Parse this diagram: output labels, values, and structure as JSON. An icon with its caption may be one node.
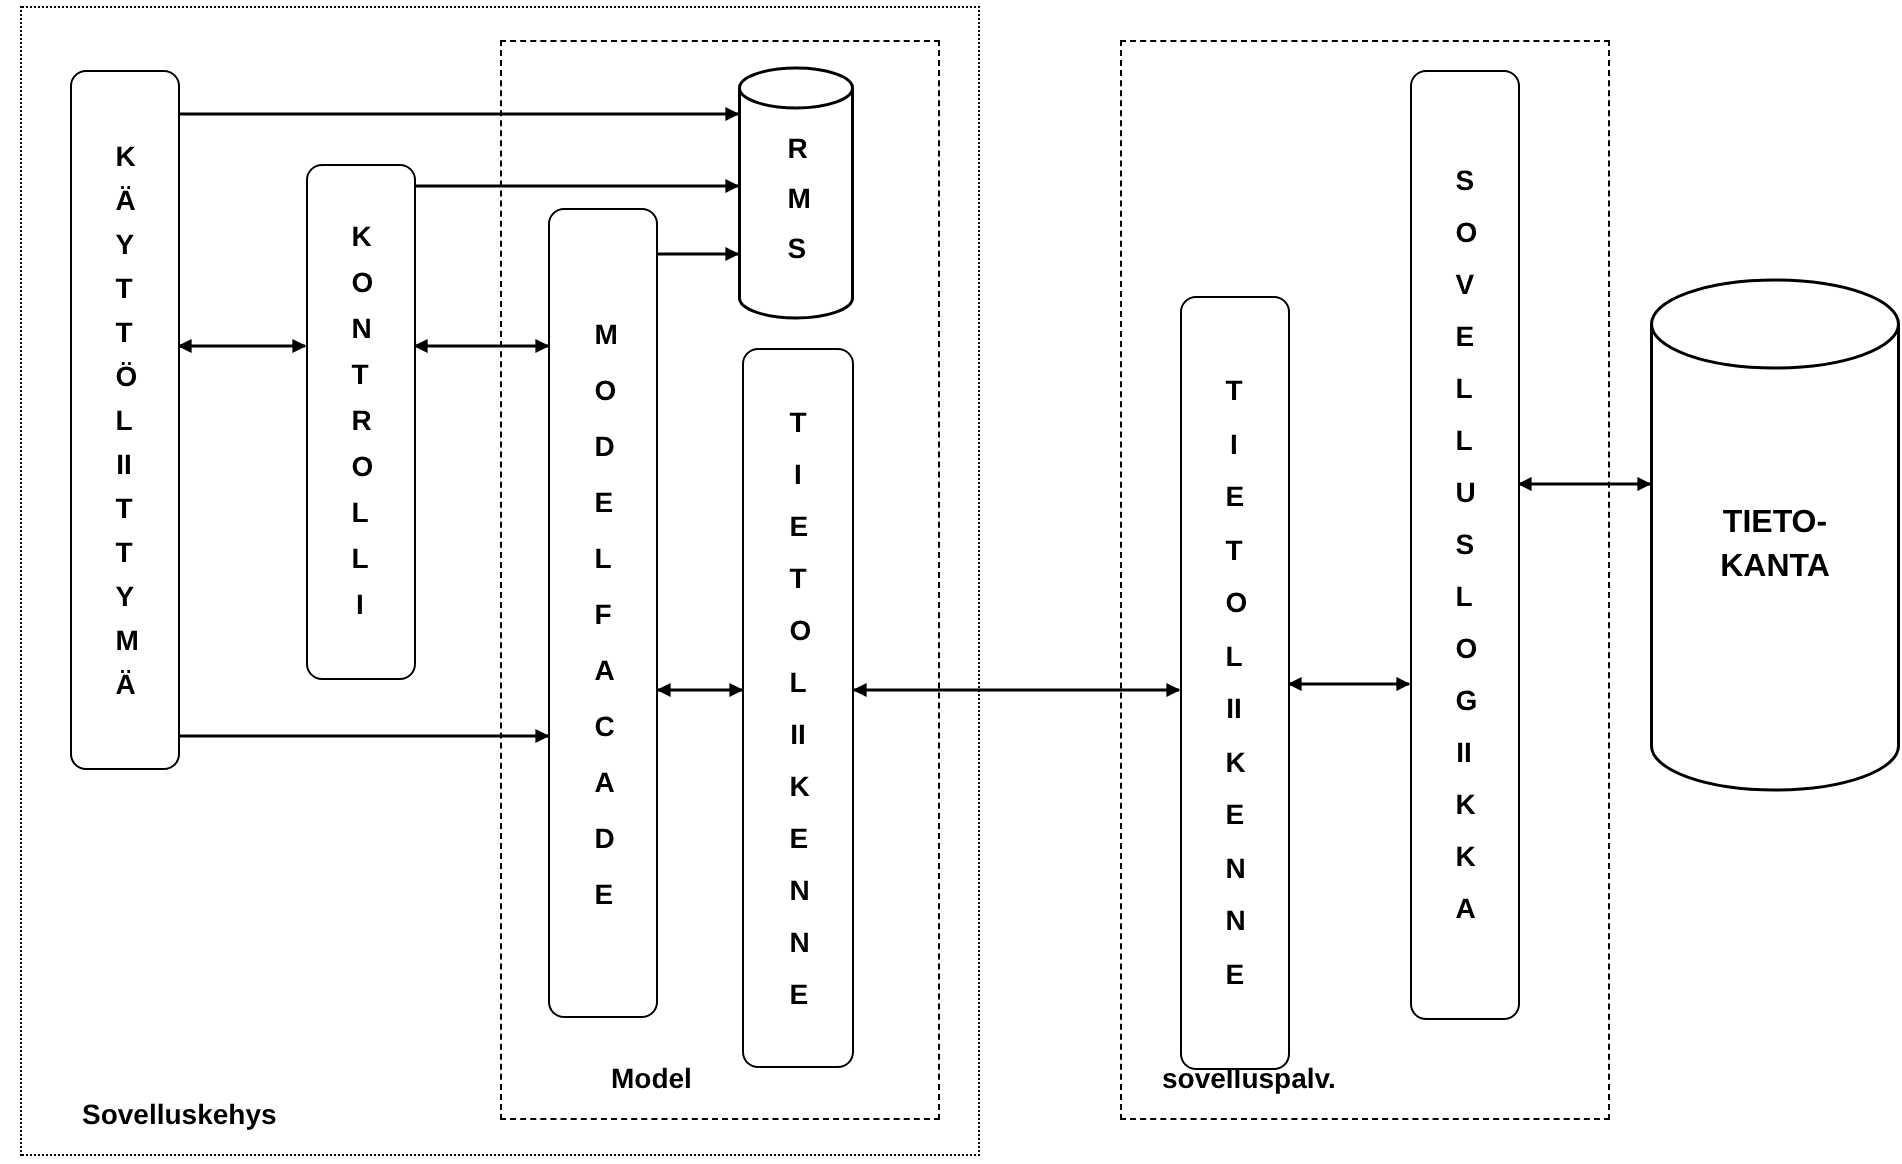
{
  "diagram": {
    "nodes": [
      {
        "text": [
          "Sovelluskehys"
        ]
      },
      {
        "text": [
          "KÄYTTÖLIITTYMÄ"
        ],
        "in": 0
      },
      {
        "text": [
          "KONTROLLI"
        ],
        "in": 0
      },
      {
        "text": [
          "Model"
        ],
        "in": 0
      },
      {
        "text": [
          "RMS"
        ],
        "in": 3
      },
      {
        "text": [
          "MODEL FACADE"
        ],
        "in": 3
      },
      {
        "text": [
          "TIETOLIIKENNE"
        ],
        "in": 3
      },
      {
        "text": [
          "sovelluspalv."
        ]
      },
      {
        "text": [
          "TIETOLIIKENNE"
        ],
        "in": 7
      },
      {
        "text": [
          "SOVELLUSLOGIIKKA"
        ],
        "in": 7
      },
      {
        "text": [
          "TIETO- KANTA"
        ]
      }
    ],
    "edges": [
      {
        "from": 1,
        "to": 4,
        "arrow": "to"
      },
      {
        "from": 2,
        "to": 4,
        "arrow": "to"
      },
      {
        "from": 5,
        "to": 4,
        "arrow": "to"
      },
      {
        "from": 1,
        "to": 2,
        "arrow": "both"
      },
      {
        "from": 2,
        "to": 5,
        "arrow": "both"
      },
      {
        "from": 1,
        "to": 5,
        "arrow": "to"
      },
      {
        "from": 5,
        "to": 6,
        "arrow": "both"
      },
      {
        "from": 6,
        "to": 8,
        "arrow": "both"
      },
      {
        "from": 8,
        "to": 9,
        "arrow": "both"
      },
      {
        "from": 9,
        "to": 10,
        "arrow": "both"
      }
    ]
  }
}
